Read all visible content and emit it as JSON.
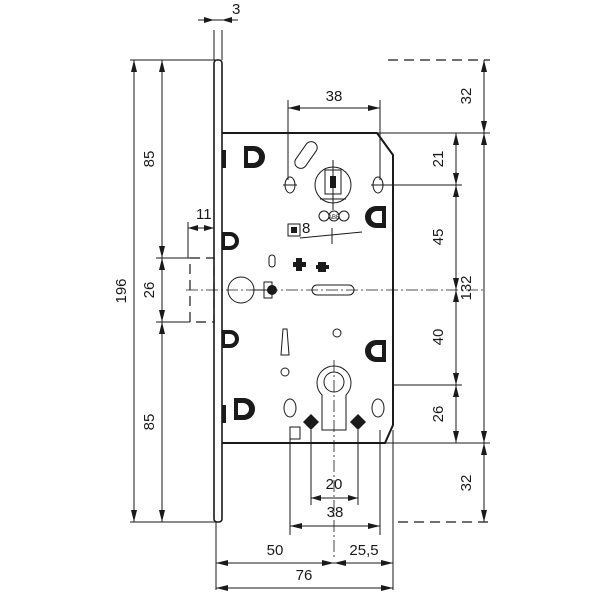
{
  "dimensions": {
    "faceplate_thickness": "3",
    "top_offset": "85",
    "total_height": "196",
    "latch_height": "26",
    "bottom_offset": "85",
    "latch_projection": "11",
    "handle_to_top_spacing": "38",
    "top_clearance": "32",
    "screw_to_top": "21",
    "handle_to_screw": "45",
    "case_height": "132",
    "handle_to_cylinder": "40",
    "cylinder_to_bottom_screw": "26",
    "bottom_clearance": "32",
    "cylinder_width": "20",
    "bottom_screw_spacing": "38",
    "backset": "50",
    "backset_remainder": "25,5",
    "total_depth": "76",
    "spindle_size": "8"
  },
  "labels": {
    "cylinder_letters": "ABB"
  }
}
